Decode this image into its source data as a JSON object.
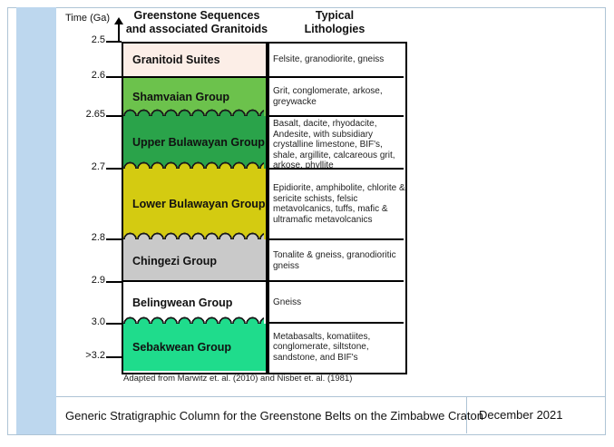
{
  "page": {
    "axis_title": "Time (Ga)",
    "header_left": "Greenstone Sequences and associated Granitoids",
    "header_right": "Typical Lithologies",
    "attribution": "Adapted from Marwitz et. al. (2010) and Nisbet et. al. (1981)",
    "caption": "Generic Stratigraphic Column for the Greenstone Belts on the Zimbabwe Craton",
    "date": "December 2021"
  },
  "colors": {
    "frame_border": "#aec4d5",
    "left_band": "#bdd7ee",
    "box_border": "#000000",
    "scallop_outline": "#1a1a1a"
  },
  "chart_data": {
    "type": "table",
    "title": "Generic Stratigraphic Column for the Greenstone Belts on the Zimbabwe Craton",
    "axis_label": "Time (Ga)",
    "ticks": [
      "2.5",
      "2.6",
      "2.65",
      "2.7",
      "2.8",
      "2.9",
      "3.0",
      ">3.2"
    ],
    "units": [
      {
        "sequence": "Granitoid Suites",
        "age_top_ga": "2.5",
        "age_base_ga": "2.6",
        "lithologies": "Felsite, granodiorite, gneiss",
        "color": "#fceee7",
        "top_contact": "conformable"
      },
      {
        "sequence": "Shamvaian Group",
        "age_top_ga": "2.6",
        "age_base_ga": "2.65",
        "lithologies": "Grit, conglomerate, arkose, greywacke",
        "color": "#6cc24c",
        "top_contact": "conformable"
      },
      {
        "sequence": "Upper Bulawayan Group",
        "age_top_ga": "2.65",
        "age_base_ga": "2.7",
        "lithologies": "Basalt, dacite, rhyodacite, Andesite, with subsidiary crystalline limestone, BIF's, shale, argillite, calcareous grit, arkose, phyllite",
        "color": "#2aa34a",
        "top_contact": "unconformity"
      },
      {
        "sequence": "Lower Bulawayan Group",
        "age_top_ga": "2.7",
        "age_base_ga": "2.8",
        "lithologies": "Epidiorite, amphibolite, chlorite & sericite schists, felsic metavolcanics, tuffs, mafic & ultramafic metavolcanics",
        "color": "#d4cb11",
        "top_contact": "unconformity"
      },
      {
        "sequence": "Chingezi Group",
        "age_top_ga": "2.8",
        "age_base_ga": "2.9",
        "lithologies": "Tonalite & gneiss, granodioritic gneiss",
        "color": "#c9c9c9",
        "top_contact": "unconformity"
      },
      {
        "sequence": "Belingwean Group",
        "age_top_ga": "2.9",
        "age_base_ga": "3.0",
        "lithologies": "Gneiss",
        "color": "#ffffff",
        "top_contact": "conformable"
      },
      {
        "sequence": "Sebakwean Group",
        "age_top_ga": "3.0",
        "age_base_ga": ">3.2",
        "lithologies": "Metabasalts, komatiites, conglomerate, siltstone, sandstone, and BIF's",
        "color": "#1fdc8c",
        "top_contact": "unconformity"
      }
    ]
  }
}
